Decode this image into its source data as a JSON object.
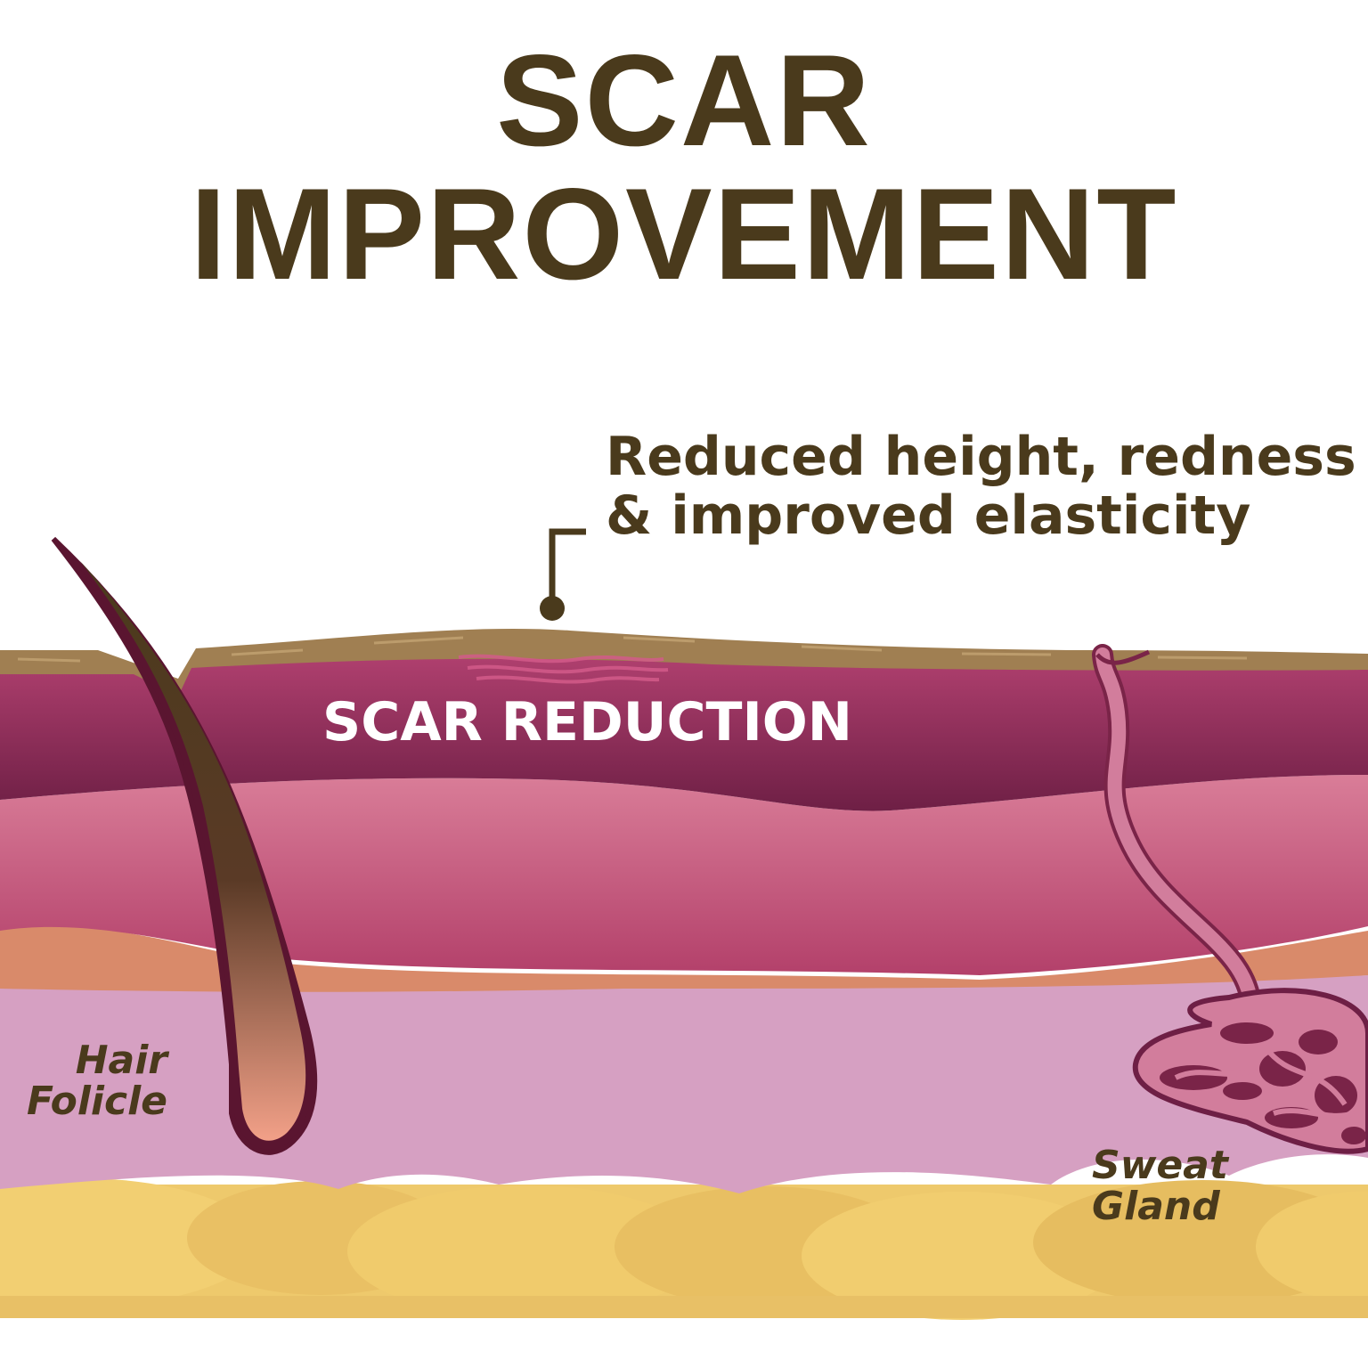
{
  "title": "SCAR IMPROVEMENT",
  "callout": {
    "line1": "Reduced height, redness",
    "line2": "& improved elasticity"
  },
  "layers": {
    "scar_label": "SCAR REDUCTION"
  },
  "labels": {
    "hair_line1": "Hair",
    "hair_line2": "Folicle",
    "sweat_line1": "Sweat",
    "sweat_line2": "Gland"
  },
  "colors": {
    "title_text": "#4a3a1c",
    "epidermis": "#a07f52",
    "scar_layer": "#8a2e5e",
    "dermis": "#c9537f",
    "orange_band": "#d98a6a",
    "hypodermis": "#d6a0c2",
    "fat": "#eec96c",
    "hair": "#4a3a1c",
    "sweat_gland": "#d27d9c"
  },
  "icons": {
    "hair": "hair-follicle-icon",
    "gland": "sweat-gland-icon",
    "pointer": "callout-pointer-icon"
  }
}
